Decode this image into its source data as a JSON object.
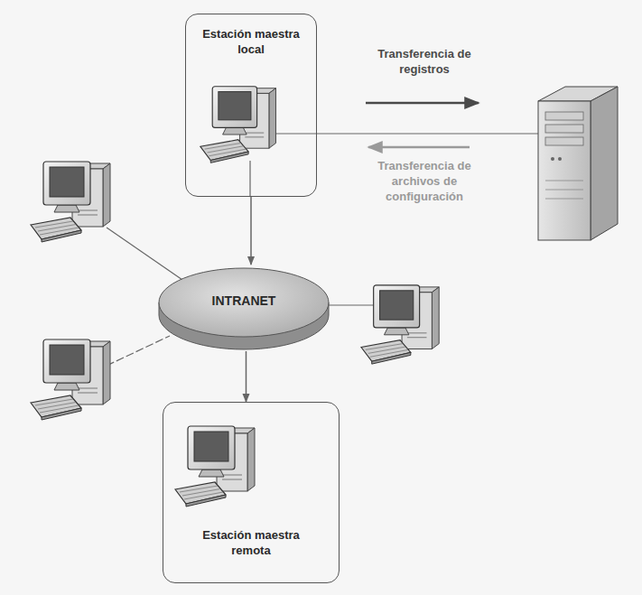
{
  "diagram": {
    "nodes": [
      {
        "text": [
          "Estación maestra local"
        ]
      },
      {
        "text": [
          "INTRANET"
        ]
      },
      {
        "text": [
          "Estación maestra remota"
        ]
      }
    ],
    "edges": [
      {
        "from": 0,
        "to": 1,
        "arrow": "to"
      },
      {
        "from": 1,
        "to": 2,
        "arrow": "to"
      }
    ],
    "labels": [
      "Transferencia de registros",
      "Transferencia de archivos de configuración"
    ]
  }
}
